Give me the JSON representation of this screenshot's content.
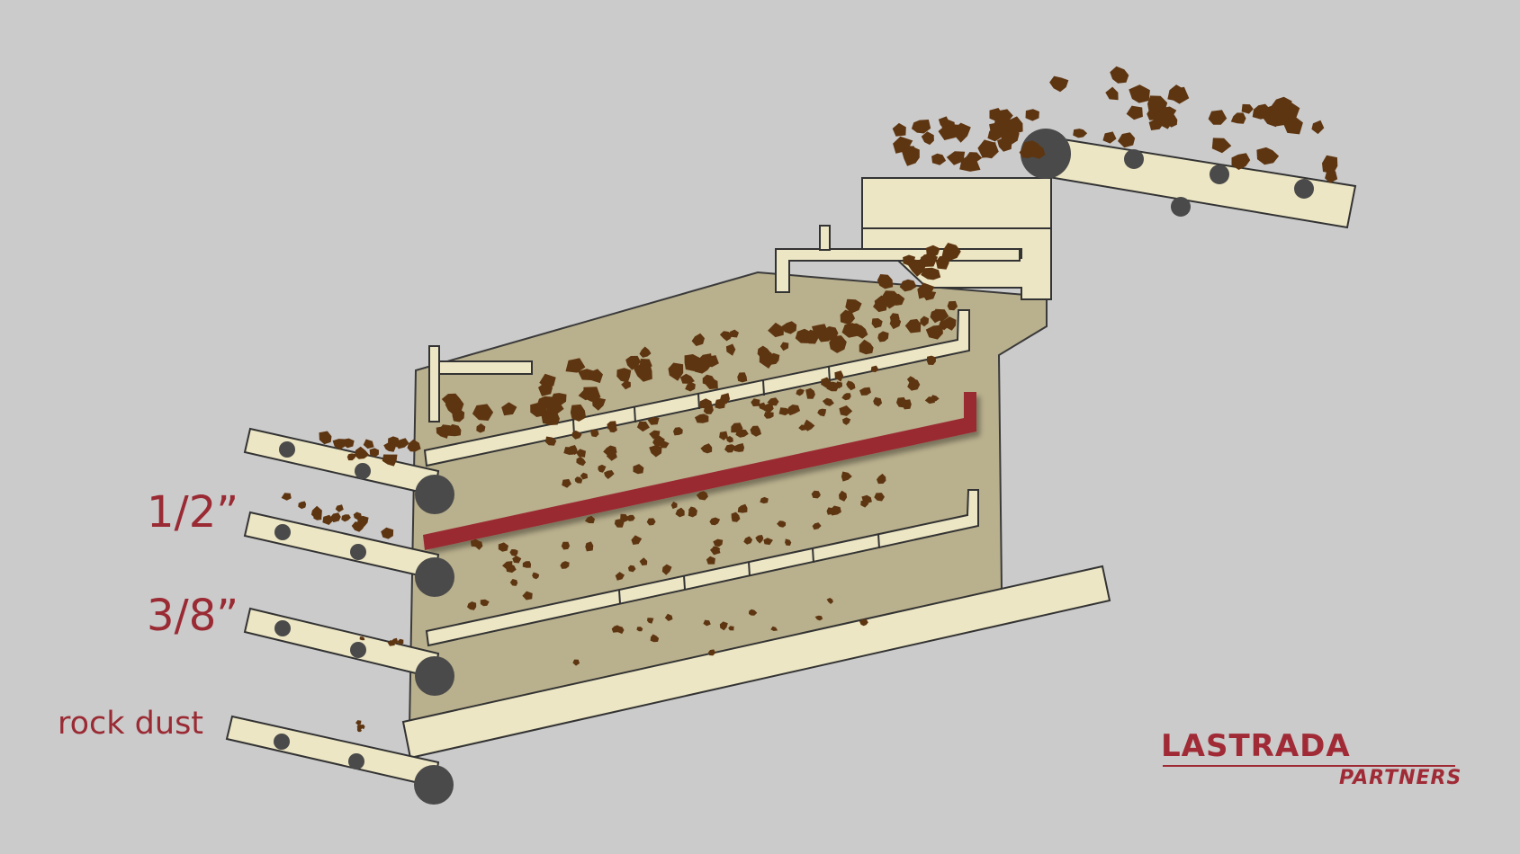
{
  "labels": {
    "half_inch": "1/2”",
    "three_eighths": "3/8”",
    "rock_dust": "rock dust"
  },
  "logo": {
    "name": "LASTRADA",
    "sub": "PARTNERS"
  },
  "colors": {
    "background": "#cbcbcb",
    "screen_body": "#b9b08d",
    "conveyor": "#ece6c4",
    "rock": "#5e3511",
    "roller": "#4a4a4a",
    "highlight_deck": "#9a2a33",
    "brand": "#a02b36"
  }
}
